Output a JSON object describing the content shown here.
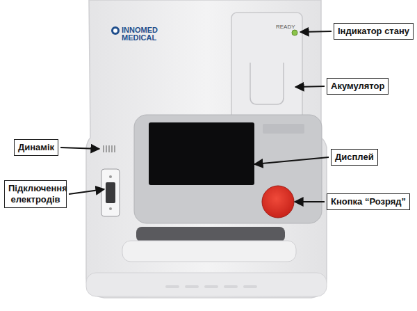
{
  "diagram": {
    "nodes": [
      {
        "text": [
          "Індикатор стану"
        ]
      },
      {
        "text": [
          "Акумулятор"
        ]
      },
      {
        "text": [
          "Динамік"
        ]
      },
      {
        "text": [
          "Дисплей"
        ]
      },
      {
        "text": [
          "Підключення електродів"
        ]
      },
      {
        "text": [
          "Кнопка “Розряд”"
        ]
      }
    ],
    "labels": [
      "INNOMED MEDICAL",
      "READY"
    ]
  }
}
